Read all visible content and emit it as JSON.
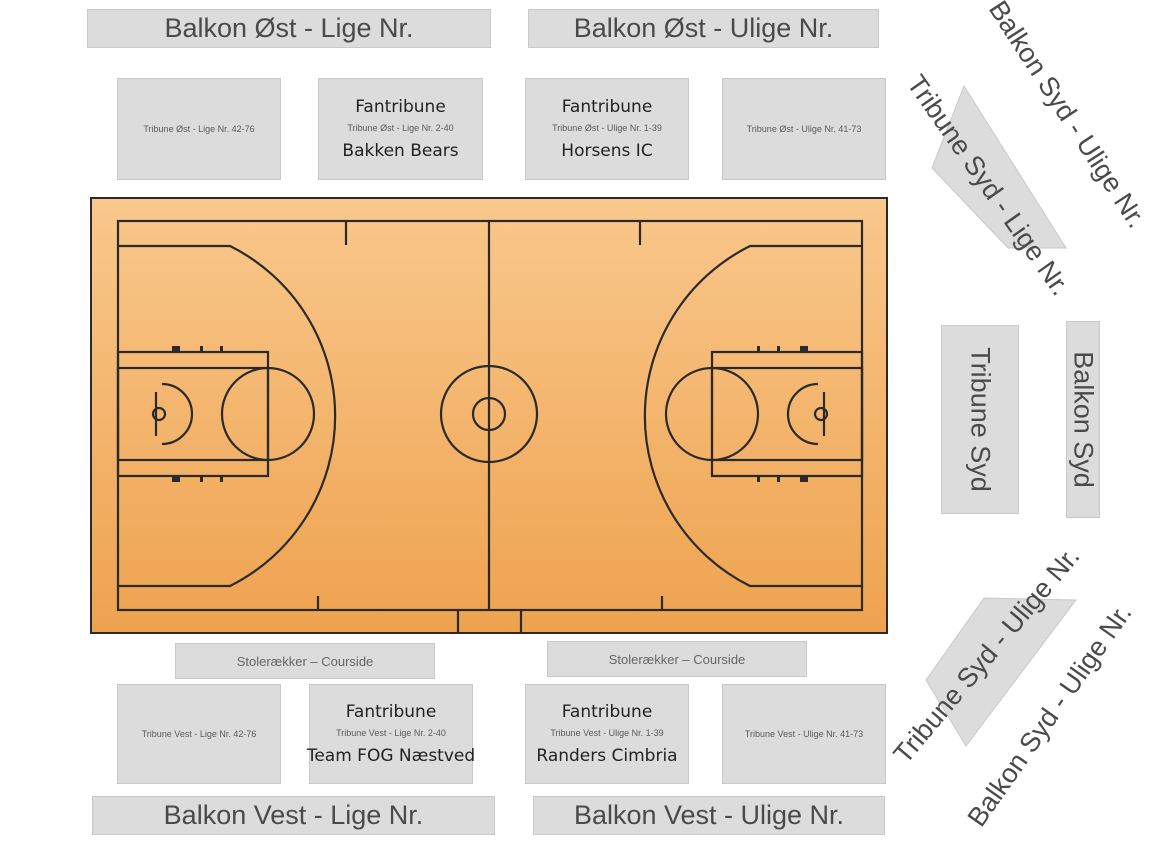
{
  "east": {
    "balcony_even": "Balkon Øst - Lige Nr.",
    "balcony_odd": "Balkon Øst - Ulige Nr.",
    "tribune_even_42_76": "Tribune Øst - Lige Nr. 42-76",
    "fan_even": {
      "heading": "Fantribune",
      "section": "Tribune Øst - Lige Nr. 2-40",
      "team": "Bakken Bears"
    },
    "fan_odd": {
      "heading": "Fantribune",
      "section": "Tribune Øst - Ulige Nr. 1-39",
      "team": "Horsens IC"
    },
    "tribune_odd_41_73": "Tribune Øst - Ulige Nr. 41-73"
  },
  "west": {
    "courtside_left": "Stolerækker – Courside",
    "courtside_right": "Stolerækker – Courside",
    "tribune_even_42_76": "Tribune Vest - Lige Nr. 42-76",
    "fan_even": {
      "heading": "Fantribune",
      "section": "Tribune Vest - Lige Nr. 2-40",
      "team": "Team FOG Næstved"
    },
    "fan_odd": {
      "heading": "Fantribune",
      "section": "Tribune Vest - Ulige Nr. 1-39",
      "team": "Randers Cimbria"
    },
    "tribune_odd_41_73": "Tribune Vest - Ulige Nr. 41-73",
    "balcony_even": "Balkon Vest - Lige Nr.",
    "balcony_odd": "Balkon Vest - Ulige Nr."
  },
  "south": {
    "balcony_odd_top": "Balkon Syd - Ulige Nr.",
    "tribune_even": "Tribune Syd - Lige Nr.",
    "tribune": "Tribune Syd",
    "balcony": "Balkon Syd",
    "tribune_odd": "Tribune Syd - Ulige Nr.",
    "balcony_odd_bottom": "Balkon Syd - Ulige Nr."
  },
  "colors": {
    "court_light": "#f9c88c",
    "court_dark": "#eea24f",
    "lines": "#2a2a2a",
    "section_fill": "#dcdcdc"
  }
}
